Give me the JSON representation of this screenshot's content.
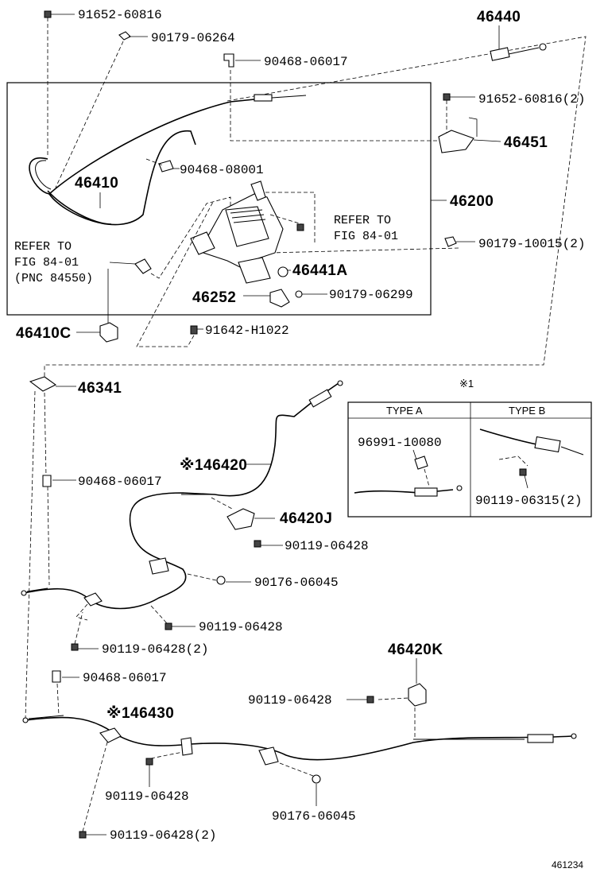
{
  "labels": {
    "p91652_60816_top": "91652-60816",
    "p90179_06264": "90179-06264",
    "p90468_06017_top": "90468-06017",
    "p46440": "46440",
    "p91652_60816_2": "91652-60816(2)",
    "p46451": "46451",
    "p90468_08001": "90468-08001",
    "p46410": "46410",
    "p46200": "46200",
    "refer_right_1": "REFER TO",
    "refer_right_2": "FIG 84-01",
    "p90179_10015_2": "90179-10015(2)",
    "refer_left_1": "REFER TO",
    "refer_left_2": "FIG 84-01",
    "refer_left_3": "(PNC 84550)",
    "p46441A": "46441A",
    "p46252": "46252",
    "p90179_06299": "90179-06299",
    "p46410C": "46410C",
    "p91642_H1022": "91642-H1022",
    "p46341": "46341",
    "note_mark": "※1",
    "type_a": "TYPE A",
    "type_b": "TYPE B",
    "p96991_10080": "96991-10080",
    "p90119_06315_2": "90119-06315(2)",
    "p46420": "※146420",
    "p90468_06017_mid": "90468-06017",
    "p46420J": "46420J",
    "p90119_06428_a": "90119-06428",
    "p90176_06045_a": "90176-06045",
    "p90119_06428_b": "90119-06428",
    "p90119_06428_2a": "90119-06428(2)",
    "p46420K": "46420K",
    "p90468_06017_low": "90468-06017",
    "p90119_06428_c": "90119-06428",
    "p46430": "※146430",
    "p90119_06428_d": "90119-06428",
    "p90176_06045_b": "90176-06045",
    "p90119_06428_2b": "90119-06428(2)",
    "diagram_id": "461234"
  }
}
